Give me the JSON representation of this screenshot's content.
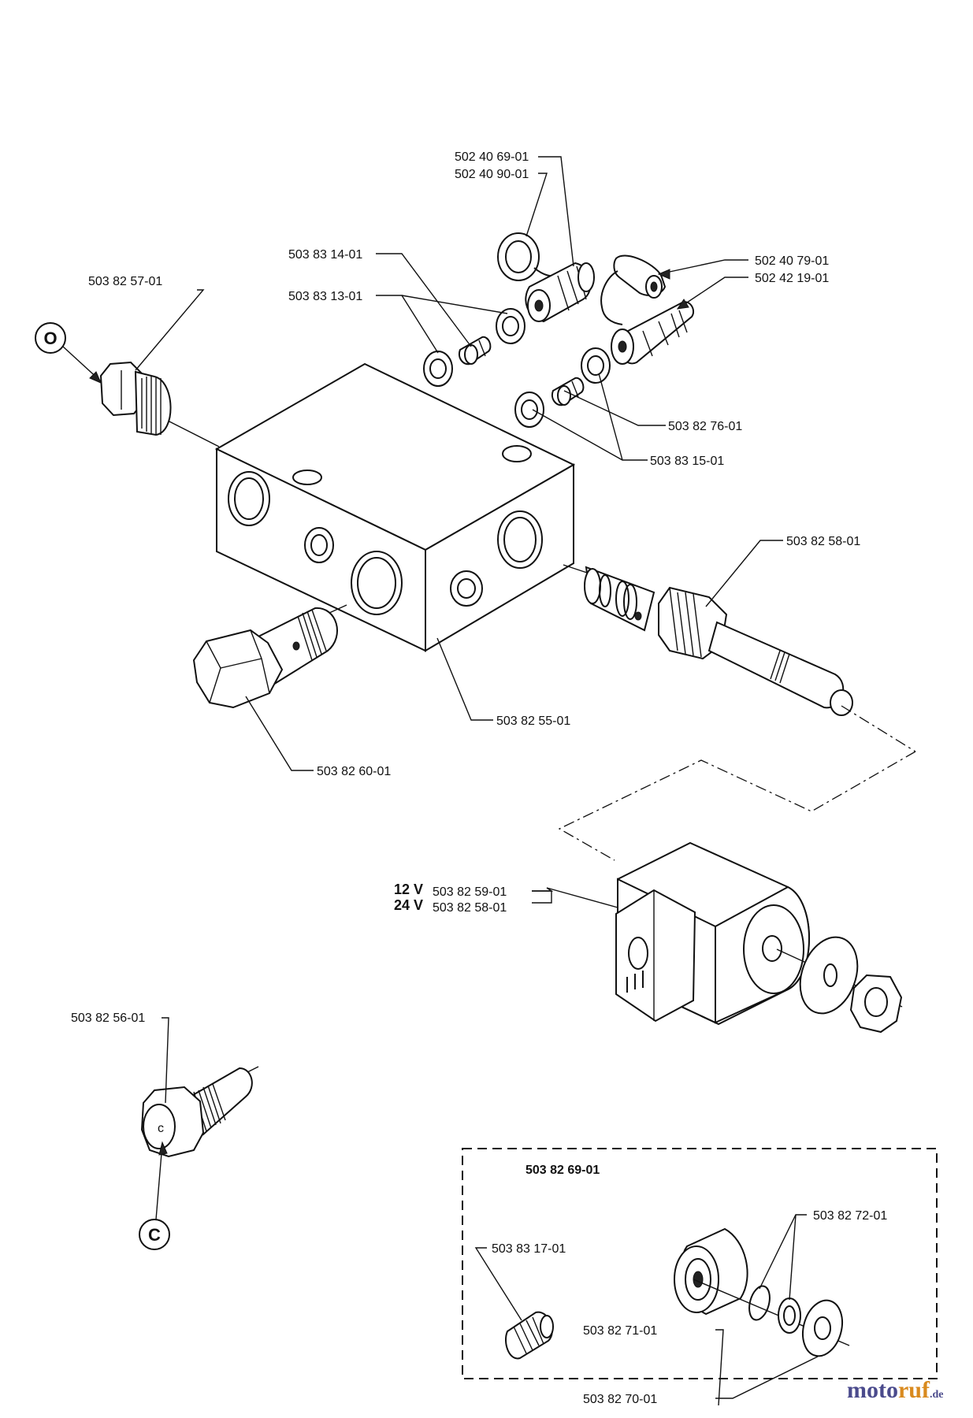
{
  "labels": {
    "p502406901": "502 40 69-01",
    "p502409001": "502 40 90-01",
    "p503831401": "503 83 14-01",
    "p503831301": "503 83 13-01",
    "p502407901": "502 40 79-01",
    "p502421901": "502 42 19-01",
    "p503825701": "503 82 57-01",
    "p503827601": "503 82 76-01",
    "p503831501": "503 83 15-01",
    "p503825801_valve": "503 82 58-01",
    "p503825501": "503 82 55-01",
    "p503826001": "503 82 60-01",
    "p503825901": "503 82 59-01",
    "p503825801_coil": "503 82 58-01",
    "volt12": "12 V",
    "volt24": "24 V",
    "p503825601": "503 82 56-01",
    "kit_title": "503 82 69-01",
    "p503831701": "503 83 17-01",
    "p503827201": "503 82 72-01",
    "p503827101": "503 82 71-01",
    "p503827001": "503 82 70-01"
  },
  "callouts": {
    "o": "O",
    "c": "C",
    "plug_mark": "c"
  },
  "brand": {
    "name_a": "moto",
    "name_b": "ruf",
    "tld": ".de"
  },
  "icons": {
    "valve_block": "manifold-block-icon",
    "solenoid": "solenoid-coil-icon"
  }
}
